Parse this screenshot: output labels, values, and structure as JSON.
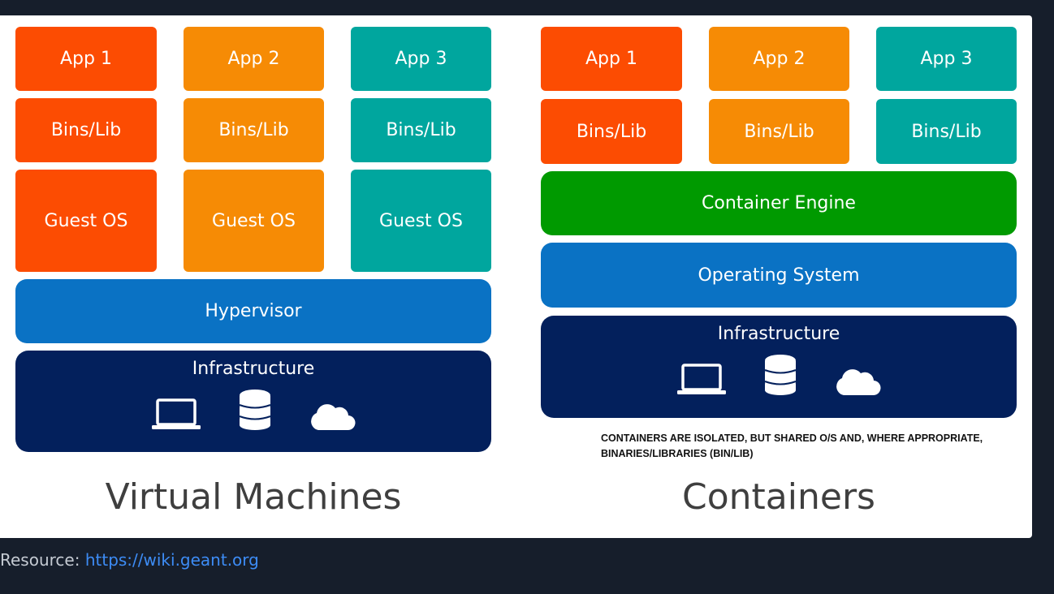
{
  "vm": {
    "apps": [
      "App 1",
      "App 2",
      "App 3"
    ],
    "bins": [
      "Bins/Lib",
      "Bins/Lib",
      "Bins/Lib"
    ],
    "guest_os": [
      "Guest OS",
      "Guest OS",
      "Guest OS"
    ],
    "hypervisor": "Hypervisor",
    "infrastructure": "Infrastructure",
    "label": "Virtual Machines"
  },
  "containers": {
    "apps": [
      "App 1",
      "App 2",
      "App 3"
    ],
    "bins": [
      "Bins/Lib",
      "Bins/Lib",
      "Bins/Lib"
    ],
    "engine": "Container Engine",
    "os": "Operating System",
    "infrastructure": "Infrastructure",
    "note_line1": "CONTAINERS ARE ISOLATED, BUT SHARED O/S AND, WHERE APPROPRIATE,",
    "note_line2": "BINARIES/LIBRARIES (BIN/LIB)",
    "label": "Containers"
  },
  "icons": [
    "laptop-icon",
    "database-icon",
    "cloud-icon"
  ],
  "colors": {
    "app1": "#fc4c02",
    "app2": "#f68b05",
    "app3": "#00a69e",
    "engine": "#009a00",
    "os": "#0a72c4",
    "infrastructure": "#03205c"
  },
  "caption": {
    "prefix": "Resource: ",
    "link_text": "https://wiki.geant.org"
  }
}
